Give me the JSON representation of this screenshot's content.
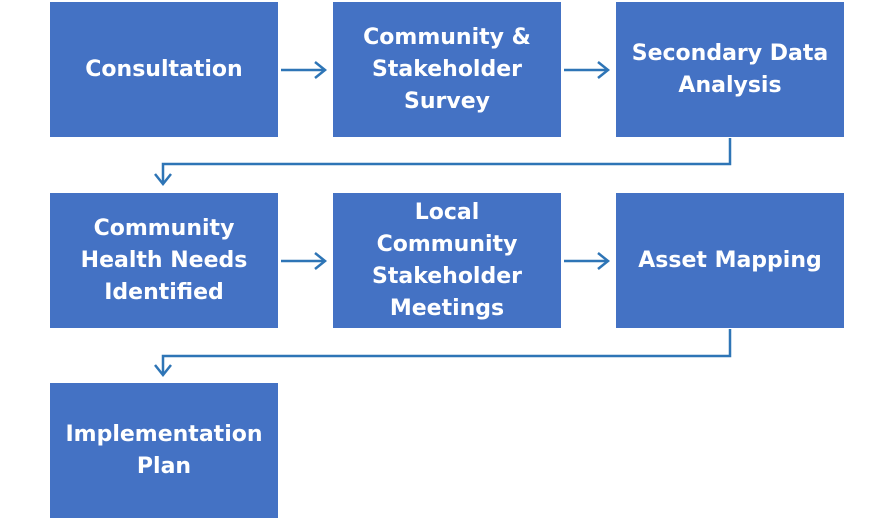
{
  "flow": {
    "steps": [
      {
        "label": "Consultation"
      },
      {
        "label": "Community & Stakeholder Survey"
      },
      {
        "label": "Secondary Data Analysis"
      },
      {
        "label": "Community Health Needs Identified"
      },
      {
        "label": "Local Community Stakeholder Meetings"
      },
      {
        "label": "Asset Mapping"
      },
      {
        "label": "Implementation Plan"
      }
    ]
  },
  "colors": {
    "box_fill": "#4472C4",
    "arrow": "#2E75B6",
    "text": "#FFFFFF"
  }
}
